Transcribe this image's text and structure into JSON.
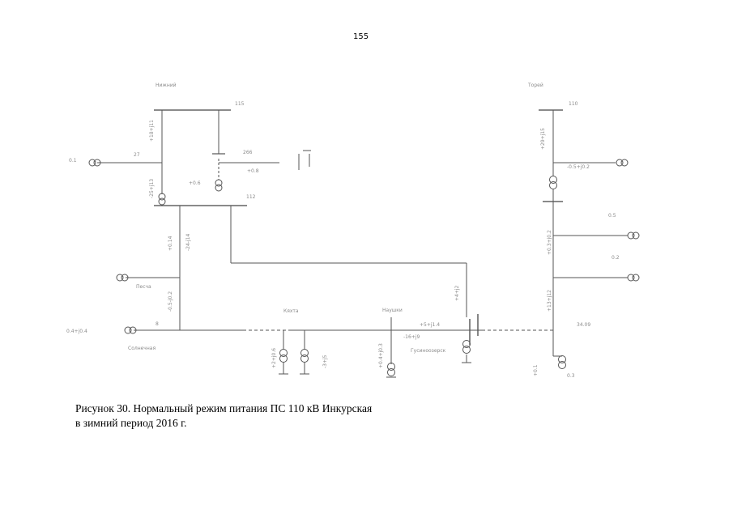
{
  "page": {
    "number": "155"
  },
  "caption": {
    "line1": "Рисунок 30. Нормальный режим  питания  ПС 110 кВ Инкурская",
    "line2": "в зимний период 2016 г."
  },
  "diagram": {
    "labels": {
      "torey": "Торей",
      "nizhny": "Нижний",
      "naushki": "Наушки",
      "gusinoozersk": "Гусиноозерск",
      "solnechnaya": "Солнечная",
      "pesch": "Песча",
      "kyakhta": "Кяхта",
      "flow_1": "+18+j11",
      "flow_2": "-25+j13",
      "flow_3": "-24-j14",
      "flow_4": "+0.14",
      "flow_5": "-0.5-j0.2",
      "flow_6": "+2+j0.6",
      "flow_7": "-3+j5",
      "flow_8": "+5+j1.4",
      "flow_9": "-16+j9",
      "flow_10": "+29+j15",
      "flow_11": "-0.5+j0.2",
      "flow_12": "+0.3+j0.2",
      "flow_13": "+13+j12",
      "flow_14": "+4+j2",
      "flow_15": "+0.4+j0.3",
      "flow_16": "0.4+j0.4",
      "flow_17": "+0.8",
      "num_27": "27",
      "num_266": "266",
      "num_8": "8",
      "num_34": "34.09",
      "val_a": "0.5",
      "val_b": "0.2",
      "val_c": "0.3",
      "val_d": "0.1",
      "val_e": "115",
      "val_f": "110",
      "val_g": "112",
      "val_h": "+0.1",
      "val_i": "+0.6"
    }
  }
}
